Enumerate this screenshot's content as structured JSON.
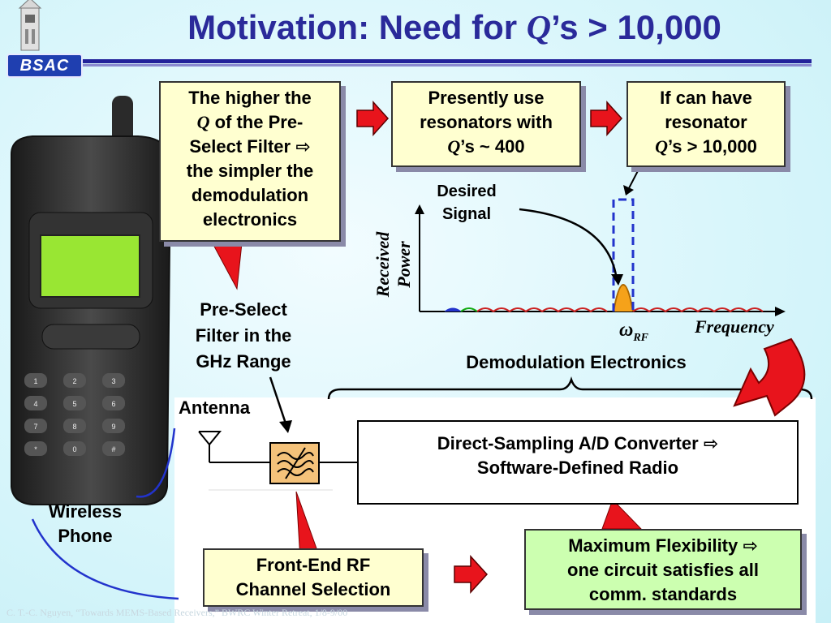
{
  "title": {
    "prefix": "Motivation: Need for ",
    "q": "Q",
    "suffix": "’s > 10,000"
  },
  "logo": {
    "text": "BSAC"
  },
  "boxes": {
    "higher_q": {
      "l1": "The higher the",
      "q": "Q",
      "l2": " of the Pre-",
      "l3": "Select Filter ⇨",
      "l4": "the simpler the",
      "l5": "demodulation",
      "l6": "electronics"
    },
    "present": {
      "l1": "Presently use",
      "l2": "resonators with",
      "q": "Q",
      "l3": "’s ~ 400"
    },
    "ifcan": {
      "l1": "If can have",
      "l2": "resonator",
      "q": "Q",
      "l3": "’s > 10,000"
    },
    "frontend": {
      "l1": "Front-End RF",
      "l2": "Channel Selection"
    },
    "maxflex": {
      "l1": "Maximum Flexibility ⇨",
      "l2": "one circuit satisfies all",
      "l3": "comm. standards"
    },
    "adc": {
      "l1": "Direct-Sampling A/D Converter ⇨",
      "l2": "Software-Defined Radio"
    }
  },
  "labels": {
    "desired_l1": "Desired",
    "desired_l2": "Signal",
    "received": "Received",
    "power": "Power",
    "omega": "ω",
    "rf": "RF",
    "frequency": "Frequency",
    "demod": "Demodulation Electronics",
    "preselect_l1": "Pre-Select",
    "preselect_l2": "Filter in the",
    "preselect_l3": "GHz Range",
    "antenna": "Antenna",
    "wireless_l1": "Wireless",
    "wireless_l2": "Phone"
  },
  "phone_keys": [
    "1",
    "2",
    "3",
    "4",
    "5",
    "6",
    "7",
    "8",
    "9",
    "*",
    "0",
    "#"
  ],
  "footer": "C. T.-C. Nguyen, “Towards MEMS-Based Receivers,” BWRC Winter Retreat, 1/8-9/00",
  "colors": {
    "title": "#2a2a9a",
    "arrow_red": "#e8141c",
    "box_yellow": "#ffffd0",
    "box_green": "#ccffb0",
    "signal_orange": "#f5a21a",
    "filter_box": "#f4c27a"
  }
}
